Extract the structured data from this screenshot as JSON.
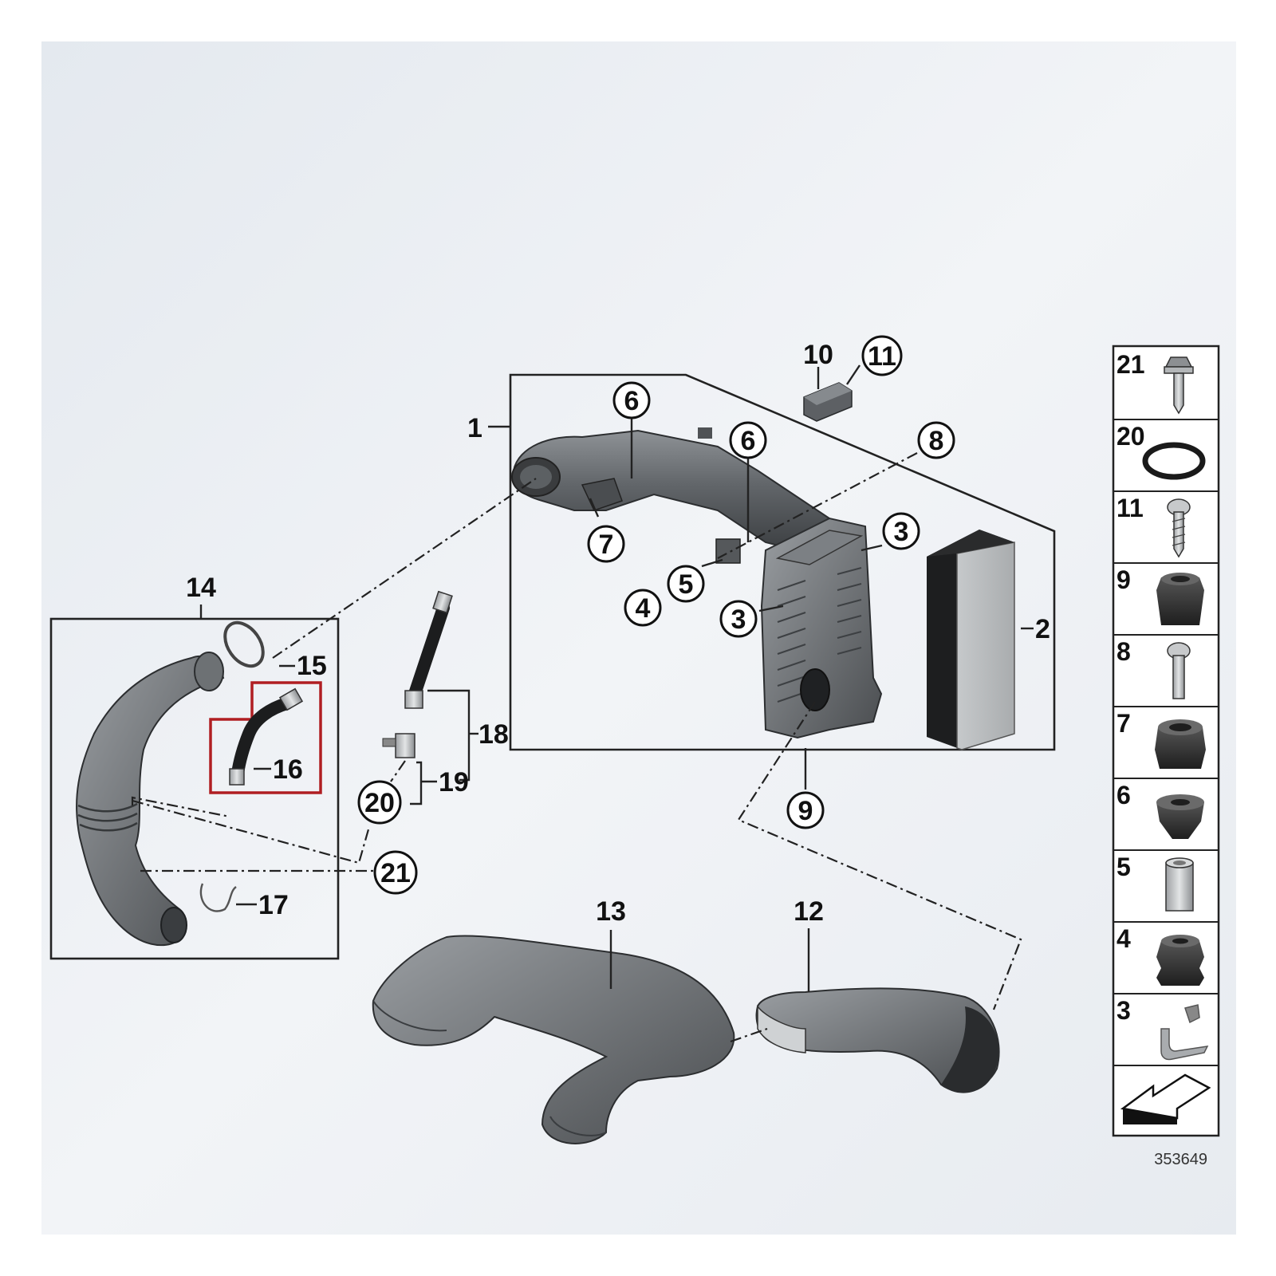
{
  "callouts": {
    "c1": "1",
    "c2": "2",
    "c3a": "3",
    "c3b": "3",
    "c4": "4",
    "c5": "5",
    "c6a": "6",
    "c6b": "6",
    "c7": "7",
    "c8": "8",
    "c9": "9",
    "c10": "10",
    "c11": "11",
    "c12": "12",
    "c13": "13",
    "c14": "14",
    "c15": "15",
    "c16": "16",
    "c17": "17",
    "c18": "18",
    "c19": "19",
    "c20": "20",
    "c21": "21"
  },
  "side_panel": {
    "items": [
      {
        "label": "21",
        "icon": "bolt-icon"
      },
      {
        "label": "20",
        "icon": "o-ring-icon"
      },
      {
        "label": "11",
        "icon": "self-tapping-screw-icon"
      },
      {
        "label": "9",
        "icon": "rubber-grommet-icon"
      },
      {
        "label": "8",
        "icon": "bolt-icon"
      },
      {
        "label": "7",
        "icon": "rubber-mount-icon"
      },
      {
        "label": "6",
        "icon": "rubber-grommet-icon"
      },
      {
        "label": "5",
        "icon": "bushing-sleeve-icon"
      },
      {
        "label": "4",
        "icon": "rubber-buffer-icon"
      },
      {
        "label": "3",
        "icon": "spring-clip-icon"
      },
      {
        "label": "",
        "icon": "front-direction-arrow-icon"
      }
    ]
  },
  "diagram_ref": "353649",
  "colors": {
    "background": "#eaeef3",
    "part_dark": "#5b5f63",
    "part_mid": "#8a8e92",
    "filter_light": "#b9bcbe",
    "highlight": "#b01e22"
  }
}
